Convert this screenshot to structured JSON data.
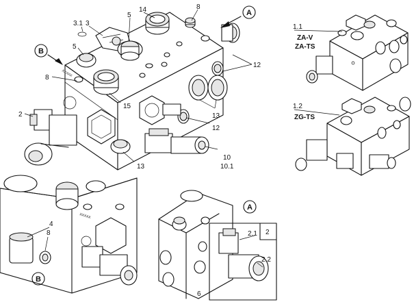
{
  "labels": {
    "c3_1": "3.1",
    "c3": "3",
    "c5a": "5",
    "c14": "14",
    "c8a": "8",
    "c5b": "5",
    "c8b": "8",
    "c2": "2",
    "c15": "15",
    "c12a": "12",
    "c13a": "13",
    "c12b": "12",
    "c10": "10",
    "c10_1": "10.1",
    "c13b": "13",
    "v1_1": "1.1",
    "v1_2": "1.2",
    "c4": "4",
    "c8c": "8",
    "c2_1": "2.1",
    "c2b": "2",
    "c2_2": "2.2",
    "c6": "6"
  },
  "variants": {
    "za_v": "ZA-V",
    "za_ts": "ZA-TS",
    "zg_ts": "ZG-TS"
  },
  "views": {
    "a_top": "A",
    "b_top": "B",
    "b_bottom": "B",
    "a_bottom": "A"
  },
  "markings": {
    "serial_main": "XXXXX",
    "serial_detail": "XXXXX"
  }
}
